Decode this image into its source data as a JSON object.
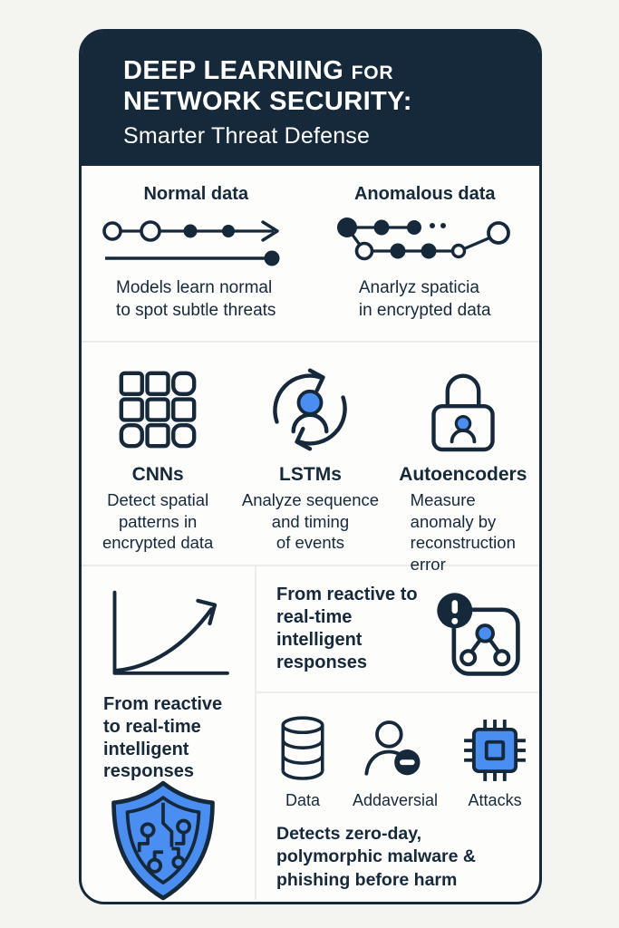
{
  "colors": {
    "navy": "#16293b",
    "blue": "#4a8ef2",
    "page_bg": "#f4f4f1",
    "card_bg": "#fdfdfc",
    "divider": "#ebebe9"
  },
  "header": {
    "title_strong": "DEEP LEARNING",
    "title_for": "FOR",
    "title_line2": "NETWORK SECURITY:",
    "subtitle": "Smarter Threat Defense"
  },
  "data_patterns": {
    "normal": {
      "title": "Normal data",
      "icon": "normal-sequence-icon",
      "caption": "Models learn normal\nto spot subtle threats"
    },
    "anomalous": {
      "title": "Anomalous data",
      "icon": "anomalous-sequence-icon",
      "caption": "Anarlyz spaticia\nin encrypted data"
    }
  },
  "models": [
    {
      "name": "CNNs",
      "icon": "grid-icon",
      "description": "Detect spatial\npatterns in\nencrypted data"
    },
    {
      "name": "LSTMs",
      "icon": "recurrent-cycle-person-icon",
      "description": "Analyze sequence\nand timing\nof events"
    },
    {
      "name": "Autoencoders",
      "icon": "padlock-person-icon",
      "description": "Measure\nanomaly by\nreconstruction\nerror"
    }
  ],
  "response": {
    "left_icon": "growth-chart-icon",
    "left_caption": "From reactive\nto real-time\nintelligent\nresponses",
    "shield_icon": "shield-circuit-icon",
    "right_icon": "alert-network-icon",
    "right_caption": "From reactive to\nreal-time\nintelligent\nresponses"
  },
  "threats": {
    "items": [
      {
        "label": "Data",
        "icon": "database-icon"
      },
      {
        "label": "Addaversial",
        "icon": "adversarial-user-icon"
      },
      {
        "label": "Attacks",
        "icon": "chip-icon"
      }
    ],
    "caption": "Detects zero-day,\npolymorphic malware &\nphishing before harm"
  }
}
